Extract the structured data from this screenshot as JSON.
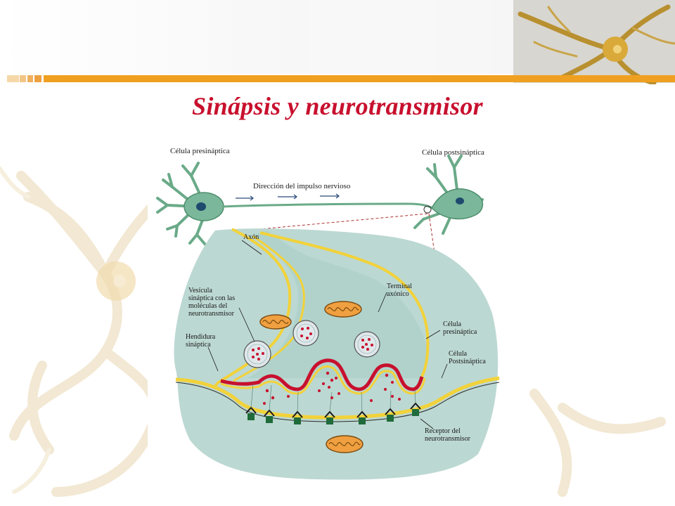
{
  "slide": {
    "title": "Sinápsis y neurotransmisor"
  },
  "diagram": {
    "labels": {
      "presynaptic_cell": "Célula presináptica",
      "postsynaptic_cell": "Célula postsináptica",
      "impulse_direction": "Dirección del impulso nervioso",
      "axon": "Axón",
      "vesicle_line1": "Vesícula",
      "vesicle_line2": "sináptica con las",
      "vesicle_line3": "moléculas del",
      "vesicle_line4": "neurotransmisor",
      "terminal_line1": "Terminal",
      "terminal_line2": "axónico",
      "cleft_line1": "Hendidura",
      "cleft_line2": "sináptica",
      "presyn_line1": "Célula",
      "presyn_line2": "presináptica",
      "postsyn_line1": "Célula",
      "postsyn_line2": "Postsináptica",
      "receptor_line1": "Receptor del",
      "receptor_line2": "neurotransmisor"
    }
  },
  "colors": {
    "title": "#c8102e",
    "membrane": "#f2d23a",
    "cytoplasm": "#bcd8d2",
    "neuron": "#7bb79a",
    "vesicle_dot": "#c8102e",
    "receptor": "#1f6b3a",
    "accent_orange": "#f0a020"
  }
}
